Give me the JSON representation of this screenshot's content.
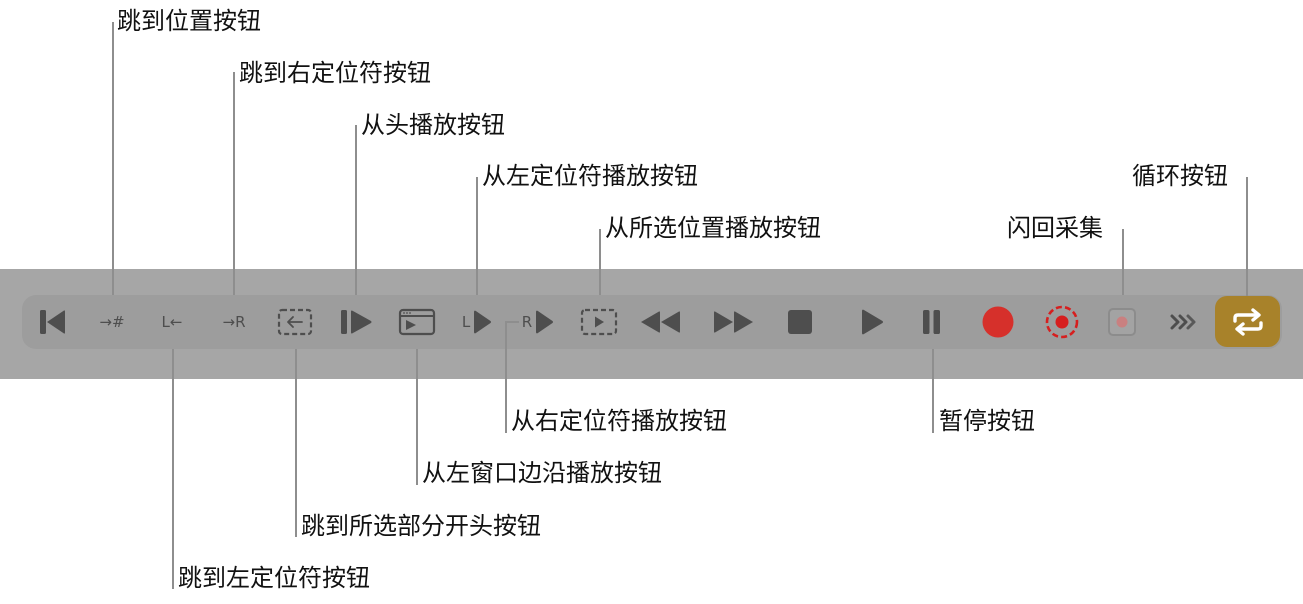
{
  "colors": {
    "band": "#a6a6a6",
    "pill": "#9d9d9d",
    "icon": "#4e4e4e",
    "record_red": "#d6302b",
    "loop_active": "#a8822a",
    "callout_line": "#8e8e8e"
  },
  "toolbar": {
    "buttons": [
      {
        "id": "go-to-beginning",
        "icon": "skip-to-start-icon"
      },
      {
        "id": "go-to-position",
        "icon": "arrow-to-hash-icon",
        "glyph": "→#"
      },
      {
        "id": "go-to-left-locator",
        "icon": "left-locator-icon",
        "glyph": "L←"
      },
      {
        "id": "go-to-right-locator",
        "icon": "right-locator-icon",
        "glyph": "→R"
      },
      {
        "id": "go-to-selection-start",
        "icon": "dashed-box-left-arrow-icon"
      },
      {
        "id": "play-from-start",
        "icon": "bar-play-icon"
      },
      {
        "id": "play-from-left-window-edge",
        "icon": "window-play-icon"
      },
      {
        "id": "play-from-left-locator",
        "icon": "L-play-icon",
        "glyph": "L"
      },
      {
        "id": "play-from-right-locator",
        "icon": "R-play-icon",
        "glyph": "R"
      },
      {
        "id": "play-from-selection",
        "icon": "dashed-box-play-icon"
      },
      {
        "id": "rewind",
        "icon": "rewind-icon"
      },
      {
        "id": "fast-forward",
        "icon": "fast-forward-icon"
      },
      {
        "id": "stop",
        "icon": "stop-icon"
      },
      {
        "id": "play",
        "icon": "play-icon"
      },
      {
        "id": "pause",
        "icon": "pause-icon"
      },
      {
        "id": "record",
        "icon": "record-icon"
      },
      {
        "id": "replace-record",
        "icon": "dashed-record-icon"
      },
      {
        "id": "capture-recording",
        "icon": "capture-record-icon"
      },
      {
        "id": "more",
        "icon": "chevrons-right-icon"
      },
      {
        "id": "cycle",
        "icon": "loop-arrows-icon",
        "active": true
      }
    ]
  },
  "callouts": {
    "go_to_position": "跳到位置按钮",
    "go_to_right_locator": "跳到右定位符按钮",
    "play_from_start": "从头播放按钮",
    "play_from_left_locator": "从左定位符播放按钮",
    "play_from_selection": "从所选位置播放按钮",
    "capture_recording": "闪回采集",
    "cycle": "循环按钮",
    "play_from_right_locator": "从右定位符播放按钮",
    "pause": "暂停按钮",
    "play_from_left_window_edge": "从左窗口边沿播放按钮",
    "go_to_selection_start": "跳到所选部分开头按钮",
    "go_to_left_locator": "跳到左定位符按钮"
  }
}
